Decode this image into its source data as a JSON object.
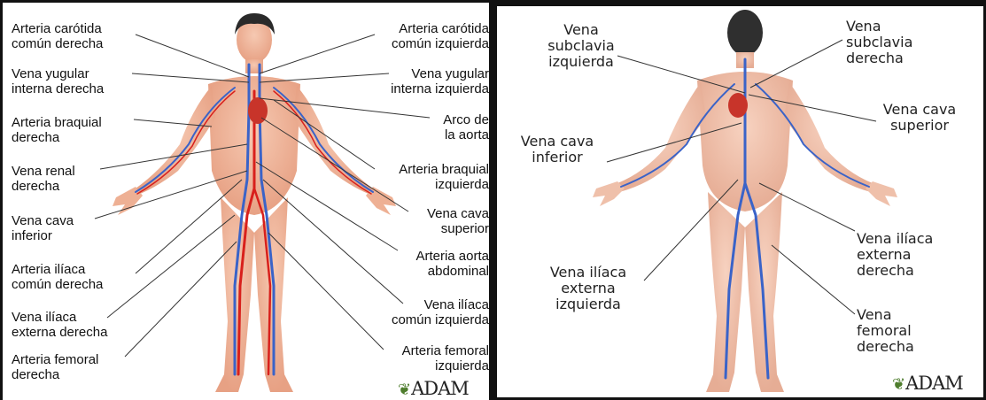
{
  "front": {
    "labels_left": [
      "Arteria carótida\ncomún derecha",
      "Vena yugular\ninterna derecha",
      "Arteria braquial\nderecha",
      "Vena renal\nderecha",
      "Vena cava\ninferior",
      "Arteria ilíaca\ncomún derecha",
      "Vena ilíaca\nexterna derecha",
      "Arteria femoral\nderecha"
    ],
    "labels_right": [
      "Arteria carótida\ncomún izquierda",
      "Vena yugular\ninterna izquierda",
      "Arco de\nla aorta",
      "Arteria braquial\nizquierda",
      "Vena cava\nsuperior",
      "Arteria aorta\nabdominal",
      "Vena ilíaca\ncomún izquierda",
      "Arteria femoral\nizquierda"
    ],
    "logo": "ADAM"
  },
  "back": {
    "labels": [
      "Vena\nsubclavia\nizquierda",
      "Vena\nsubclavia\nderecha",
      "Vena cava\nsuperior",
      "Vena cava\ninferior",
      "Vena ilíaca\nexterna\nderecha",
      "Vena ilíaca\nexterna\nizquierda",
      "Vena\nfemoral\nderecha"
    ],
    "logo": "ADAM"
  },
  "colors": {
    "skin": "#f0b59b",
    "skin_shade": "#e39a7d",
    "vein": "#3a63c8",
    "artery": "#d8201c",
    "hair": "#2a2a2a"
  }
}
